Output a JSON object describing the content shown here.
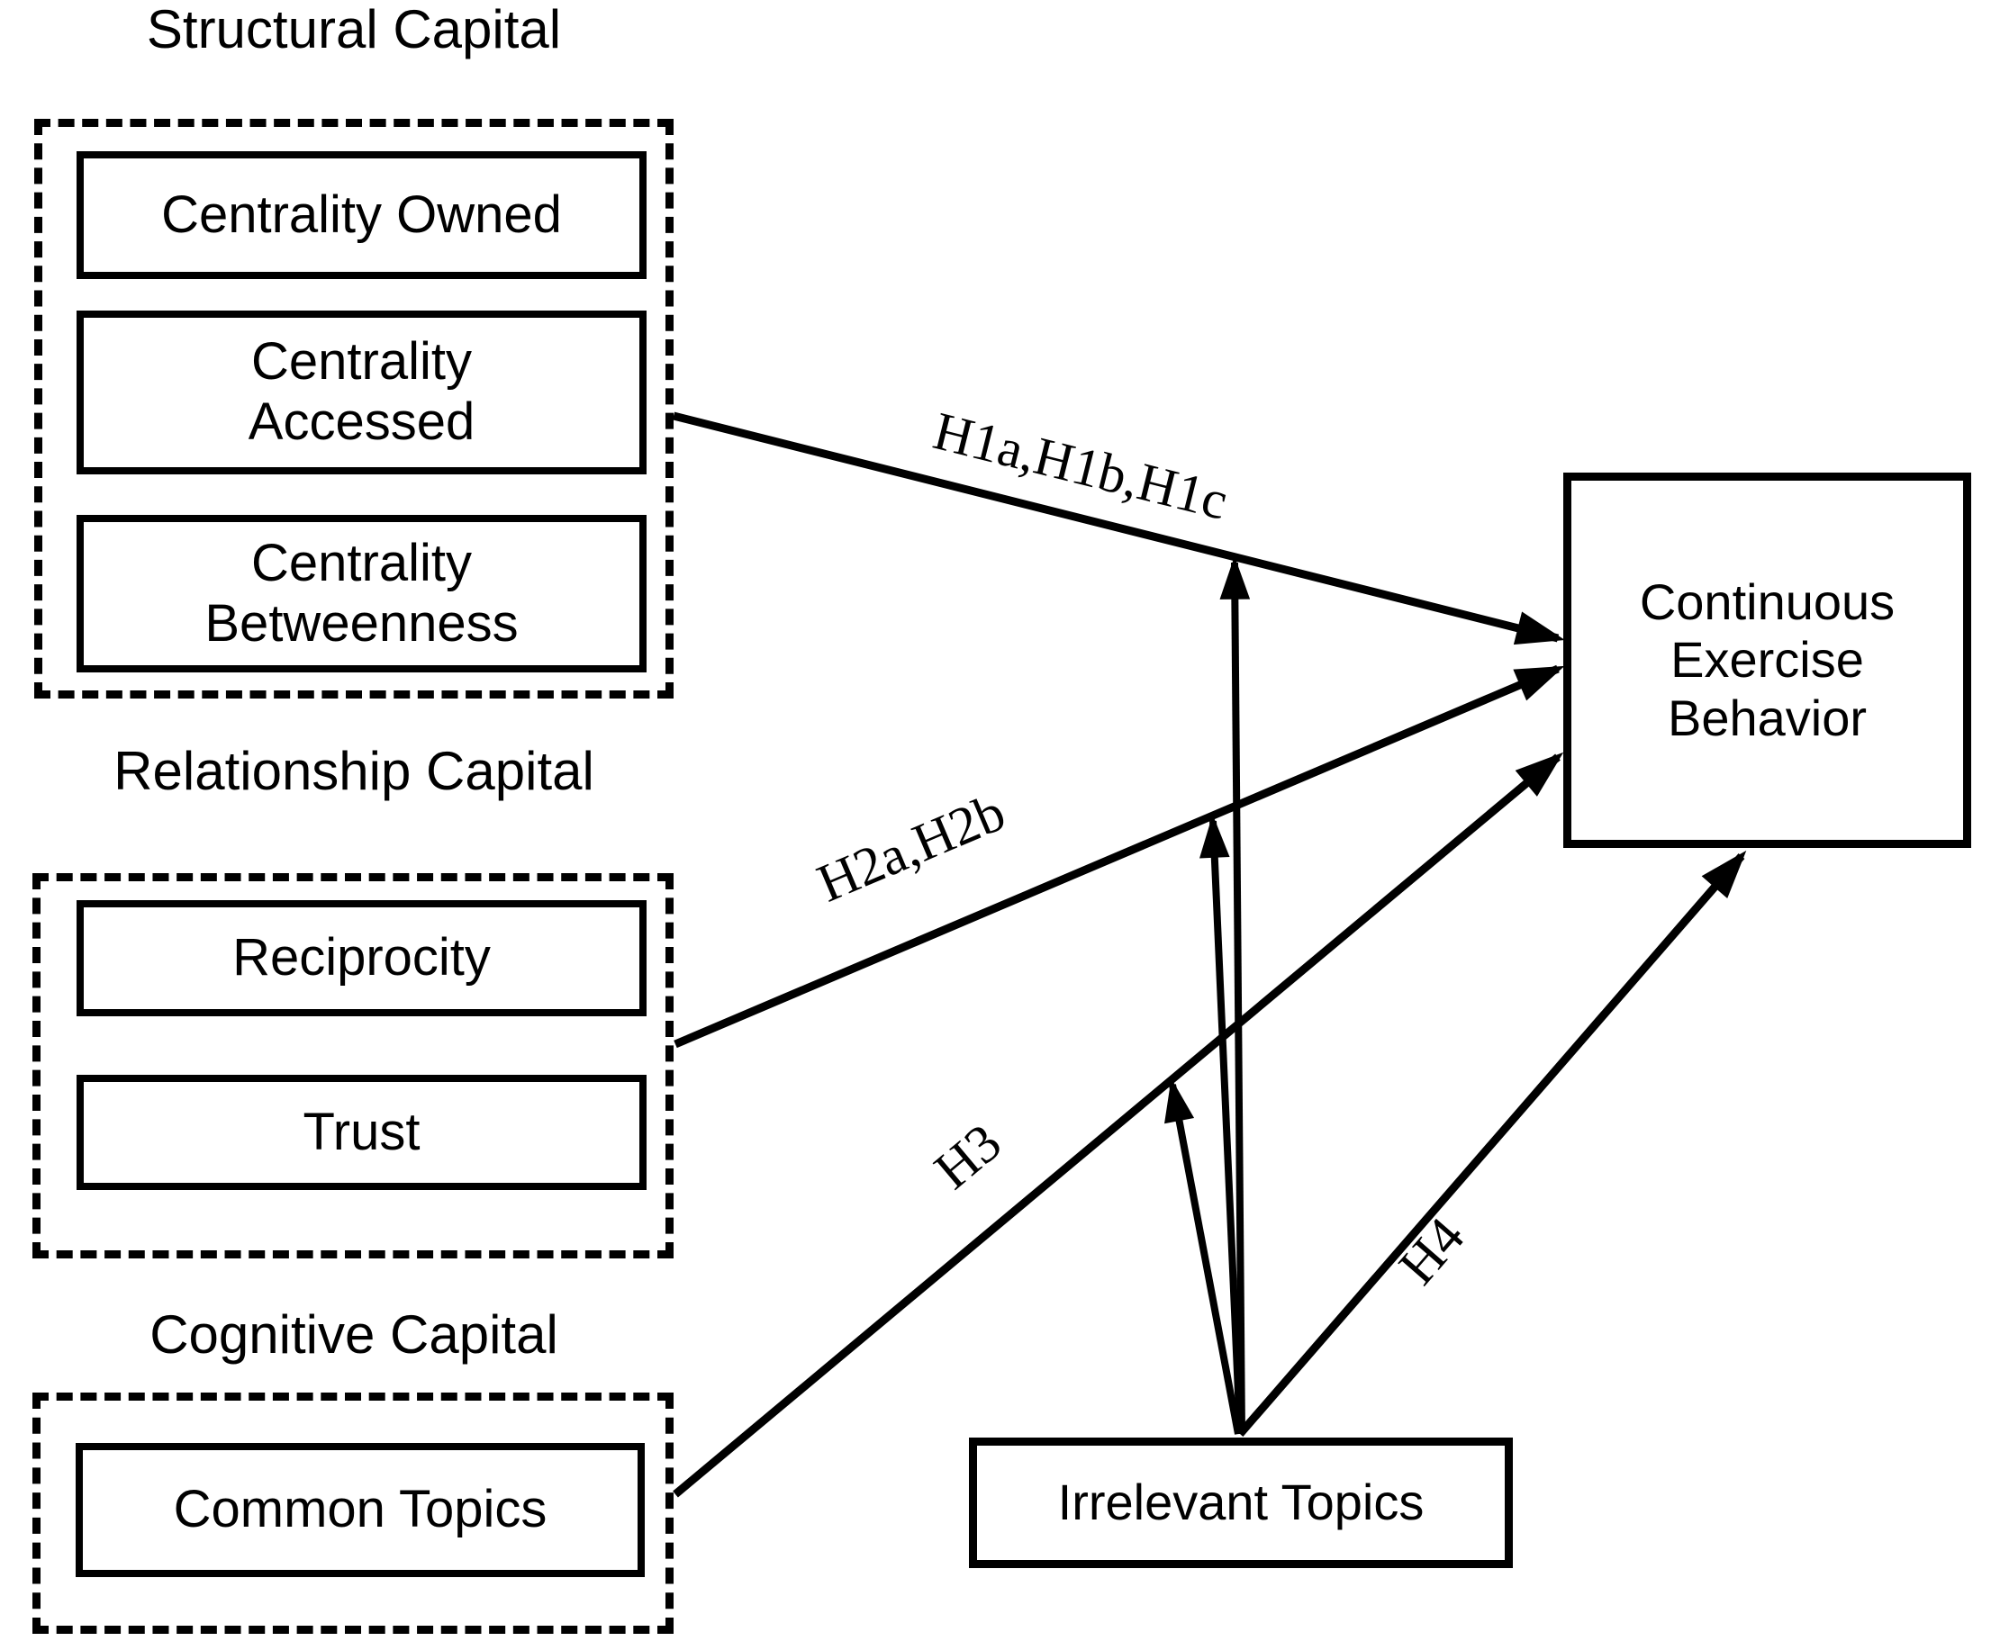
{
  "colors": {
    "ink": "#000000",
    "background": "#ffffff"
  },
  "groups": [
    {
      "title": "Structural Capital",
      "items": [
        "Centrality Owned",
        "Centrality Accessed",
        "Centrality Betweenness"
      ]
    },
    {
      "title": "Relationship Capital",
      "items": [
        "Reciprocity",
        "Trust"
      ]
    },
    {
      "title": "Cognitive Capital",
      "items": [
        "Common Topics"
      ]
    }
  ],
  "outcome": {
    "label": "Continuous Exercise Behavior"
  },
  "moderator": {
    "label": "Irrelevant Topics"
  },
  "paths": {
    "h1": {
      "label": "H1a,H1b,H1c",
      "from": "Structural Capital",
      "to": "Continuous Exercise Behavior"
    },
    "h2": {
      "label": "H2a,H2b",
      "from": "Relationship Capital",
      "to": "Continuous Exercise Behavior"
    },
    "h3": {
      "label": "H3",
      "from": "Cognitive Capital",
      "to": "Continuous Exercise Behavior"
    },
    "h4": {
      "label": "H4",
      "from": "Irrelevant Topics",
      "to": "Continuous Exercise Behavior"
    }
  },
  "moderation_arrows": [
    {
      "from": "Irrelevant Topics",
      "points_at": "path-h1"
    },
    {
      "from": "Irrelevant Topics",
      "points_at": "path-h2"
    },
    {
      "from": "Irrelevant Topics",
      "points_at": "path-h3"
    }
  ]
}
